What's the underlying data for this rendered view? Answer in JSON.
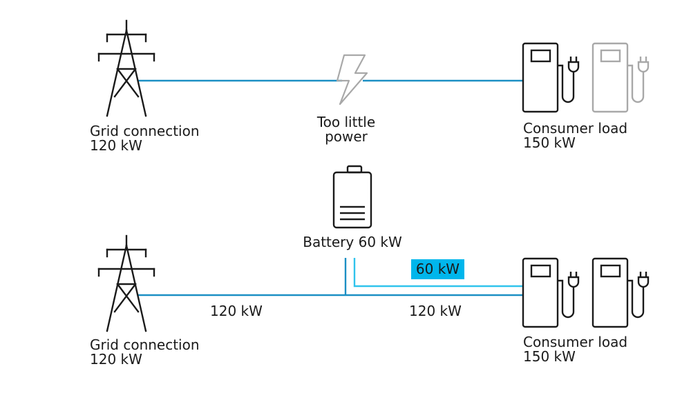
{
  "colors": {
    "line_blue": "#1b8fc4",
    "line_light_blue": "#2fc3ec",
    "badge_blue": "#00b6ec",
    "icon_black": "#1a1a1a",
    "icon_gray": "#a8a8a8"
  },
  "top_scenario": {
    "grid": {
      "name": "Grid connection",
      "power": "120 kW",
      "icon": "power-pylon-icon"
    },
    "problem": {
      "line1": "Too little",
      "line2": "power",
      "icon": "lightning-bolt-icon"
    },
    "consumer": {
      "name": "Consumer load",
      "power": "150 kW",
      "icons": [
        "charging-station-icon",
        "charging-station-icon"
      ]
    }
  },
  "bottom_scenario": {
    "grid": {
      "name": "Grid connection",
      "power": "120 kW",
      "icon": "power-pylon-icon"
    },
    "battery": {
      "label": "Battery 60 kW",
      "icon": "battery-icon"
    },
    "grid_flow_label": "120 kW",
    "consumer_flow_label": "120 kW",
    "battery_flow_label": "60 kW",
    "consumer": {
      "name": "Consumer load",
      "power": "150 kW",
      "icons": [
        "charging-station-icon",
        "charging-station-icon"
      ]
    }
  }
}
